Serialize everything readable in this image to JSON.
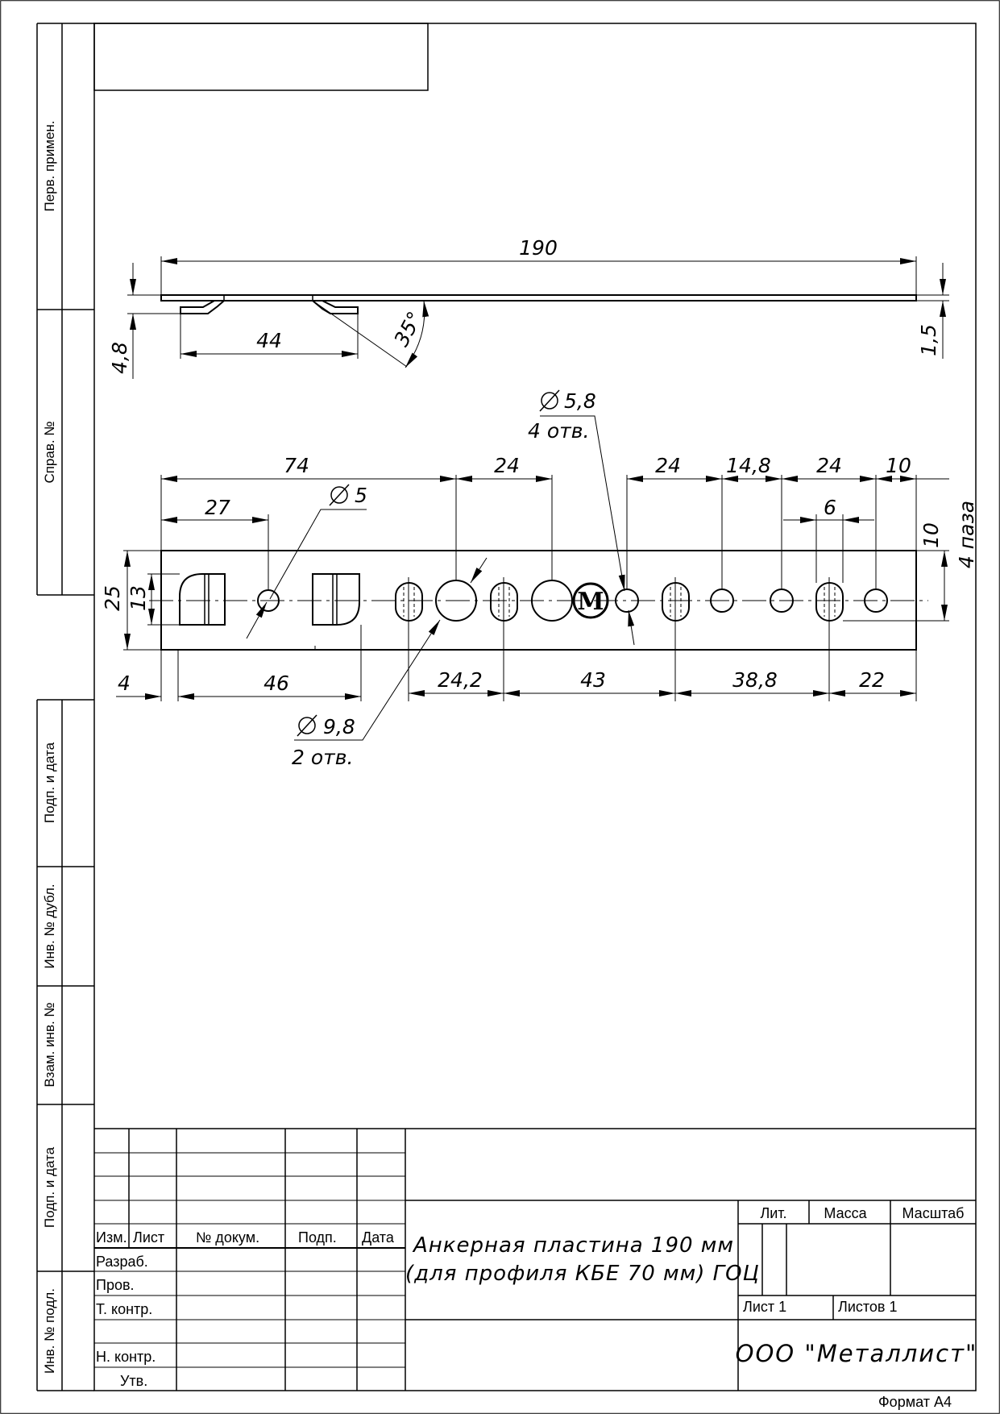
{
  "side_labels": {
    "perv_primen": "Перв. примен.",
    "sprav_no": "Справ. №",
    "podp_data_1": "Подп. и дата",
    "inv_dubl": "Инв. № дубл.",
    "vzam_inv": "Взам. инв. №",
    "podp_data_2": "Подп. и дата",
    "inv_podl": "Инв. № подл."
  },
  "side_view": {
    "dim_length": "190",
    "dim_height": "4,8",
    "dim_spacing": "44",
    "dim_angle": "35°",
    "dim_thickness": "1,5"
  },
  "plan_view": {
    "d74": "74",
    "d27": "27",
    "d24a": "24",
    "d24b": "24",
    "d148": "14,8",
    "d24c": "24",
    "d10top": "10",
    "d6": "6",
    "d10right": "10",
    "slots_note": "4 паза",
    "d25": "25",
    "d13": "13",
    "d4": "4",
    "d46": "46",
    "d242": "24,2",
    "d43": "43",
    "d388": "38,8",
    "d22": "22",
    "hole_small_dia": "5",
    "hole_58_dia": "5,8",
    "hole_58_count": "4 отв.",
    "hole_98_dia": "9,8",
    "hole_98_count": "2 отв.",
    "logo_letter": "M"
  },
  "title_block": {
    "headers": {
      "izm": "Изм.",
      "list": "Лист",
      "doc": "№ докум.",
      "podp": "Подп.",
      "data": "Дата"
    },
    "rows": {
      "razrab": "Разраб.",
      "prov": "Пров.",
      "tkontr": "Т. контр.",
      "nkontr": "Н. контр.",
      "utv": "Утв."
    },
    "title_line1": "Анкерная пластина 190 мм",
    "title_line2": "(для профиля КБЕ 70 мм) ГОЦ",
    "lit": "Лит.",
    "massa": "Масса",
    "masshtab": "Масштаб",
    "sheet": "Лист 1",
    "sheets": "Листов 1",
    "organization": "ООО \"Металлист\"",
    "format": "Формат А4"
  }
}
